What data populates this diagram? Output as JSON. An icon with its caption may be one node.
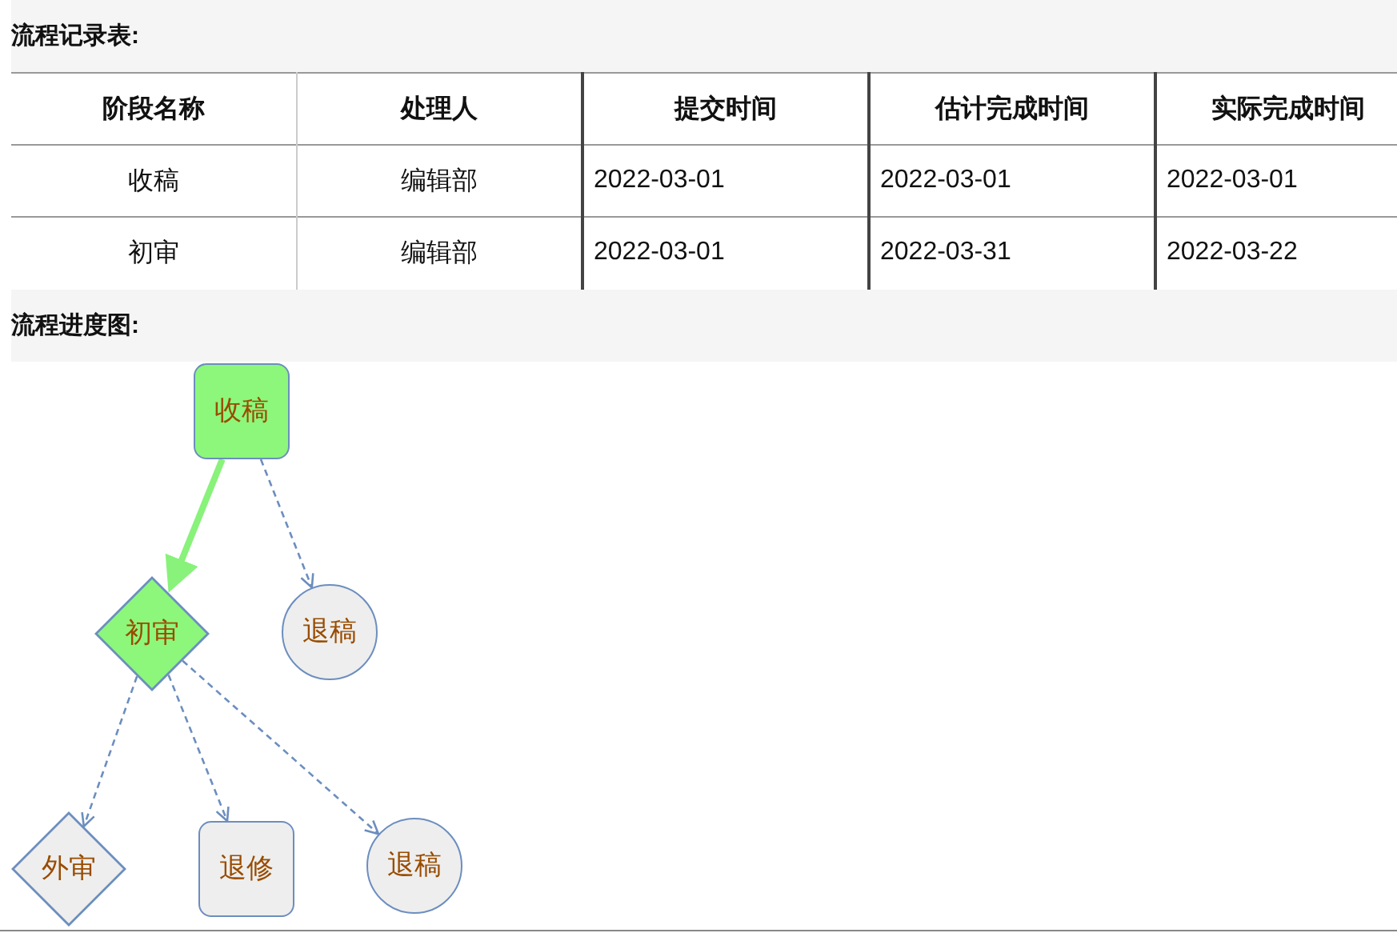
{
  "diagram": {
    "nodes": [
      {
        "text": [
          "收稿"
        ]
      },
      {
        "text": [
          "初审"
        ]
      },
      {
        "text": [
          "退稿"
        ]
      },
      {
        "text": [
          "外审"
        ]
      },
      {
        "text": [
          "退修"
        ]
      },
      {
        "text": [
          "退稿"
        ]
      }
    ],
    "edges": [
      {
        "from": 0,
        "to": 1,
        "arrow": "to",
        "style": "thick",
        "color": "#88f27a"
      },
      {
        "from": 0,
        "to": 2,
        "arrow": "to",
        "style": "dashed"
      },
      {
        "from": 1,
        "to": 3,
        "arrow": "to",
        "style": "dashed"
      },
      {
        "from": 1,
        "to": 4,
        "arrow": "to",
        "style": "dashed"
      },
      {
        "from": 1,
        "to": 5,
        "arrow": "to",
        "style": "dashed"
      }
    ],
    "labels": [
      "流程记录表:",
      "阶段名称",
      "处理人",
      "提交时间",
      "估计完成时间",
      "实际完成时间",
      "收稿",
      "编辑部",
      "2022-03-01",
      "2022-03-01",
      "2022-03-01",
      "初审",
      "编辑部",
      "2022-03-01",
      "2022-03-31",
      "2022-03-22",
      "流程进度图:"
    ]
  }
}
